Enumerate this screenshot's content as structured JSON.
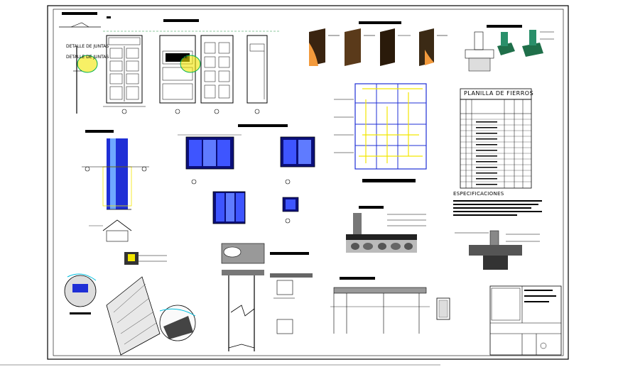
{
  "labels": {
    "detalle_de_juntas": "DETALLE DE JUNTAS",
    "detalle_short": "DETALLE",
    "planilla_de_fierros": "PLANILLA DE FIERROS",
    "especificaciones": "ESPECIFICACIONES"
  },
  "colors": {
    "line": "#000000",
    "blue": "#1f2fd6",
    "blue_dark": "#0b0f7a",
    "yellow": "#f2e600",
    "green": "#00b050",
    "cyan": "#00c0e0",
    "orange": "#f39a3c",
    "brown": "#5a3a1a"
  }
}
